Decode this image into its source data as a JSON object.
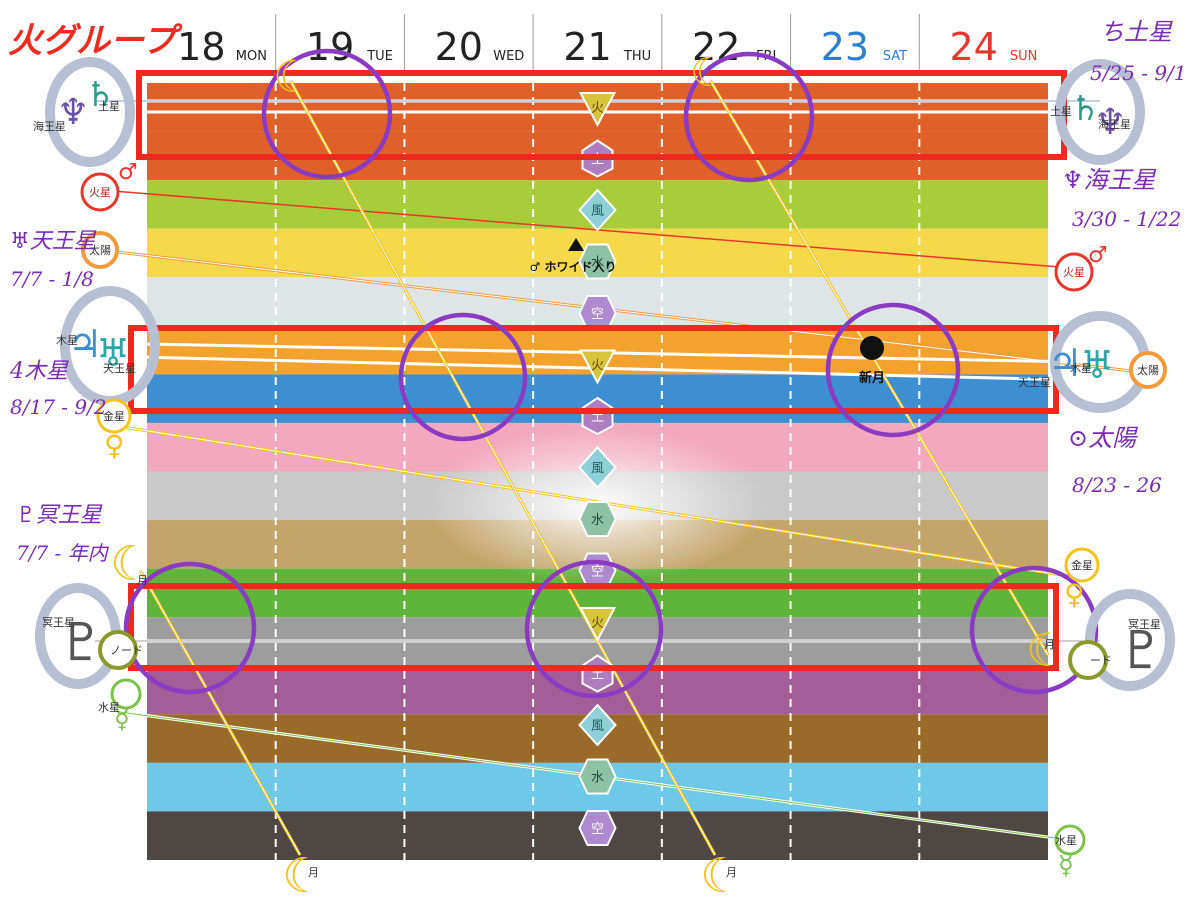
{
  "title": "火グループ",
  "days": [
    {
      "num": "18",
      "dow": "MON",
      "color": "#222222"
    },
    {
      "num": "19",
      "dow": "TUE",
      "color": "#222222"
    },
    {
      "num": "20",
      "dow": "WED",
      "color": "#222222"
    },
    {
      "num": "21",
      "dow": "THU",
      "color": "#222222"
    },
    {
      "num": "22",
      "dow": "FRI",
      "color": "#222222"
    },
    {
      "num": "23",
      "dow": "SAT",
      "color": "#2a7fd0"
    },
    {
      "num": "24",
      "dow": "SUN",
      "color": "#e8362c"
    }
  ],
  "bands": [
    {
      "color": "#e0602a"
    },
    {
      "color": "#e0602a"
    },
    {
      "color": "#a8cc3a"
    },
    {
      "color": "#f6d94a"
    },
    {
      "color": "#dfe4e6"
    },
    {
      "color": "#f3a22e"
    },
    {
      "color": "#3d8fd2"
    },
    {
      "color": "#f2a9bf"
    },
    {
      "color": "#c9c9c9"
    },
    {
      "color": "#c3a46a"
    },
    {
      "color": "#5fb43a"
    },
    {
      "color": "#9d9d9d"
    },
    {
      "color": "#a35e9a"
    },
    {
      "color": "#9a6a2a"
    },
    {
      "color": "#6dc9e7"
    },
    {
      "color": "#4e4743"
    }
  ],
  "elements": [
    {
      "label": "火",
      "type": "fire"
    },
    {
      "label": "土",
      "type": "earth"
    },
    {
      "label": "風",
      "type": "air"
    },
    {
      "label": "水",
      "type": "water"
    },
    {
      "label": "空",
      "type": "void"
    },
    {
      "label": "火",
      "type": "fire"
    },
    {
      "label": "土",
      "type": "earth"
    },
    {
      "label": "風",
      "type": "air"
    },
    {
      "label": "水",
      "type": "water"
    },
    {
      "label": "空",
      "type": "void"
    },
    {
      "label": "火",
      "type": "fire"
    },
    {
      "label": "土",
      "type": "earth"
    },
    {
      "label": "風",
      "type": "air"
    },
    {
      "label": "水",
      "type": "water"
    },
    {
      "label": "空",
      "type": "void"
    }
  ],
  "event_label": "♂ ホワイド入り",
  "new_moon_label": "新月",
  "planets": {
    "saturn": "土星",
    "neptune": "海王星",
    "mars": "火星",
    "sun": "太陽",
    "jupiter": "木星",
    "uranus": "天王星",
    "venus": "金星",
    "moon": "月",
    "pluto": "冥王星",
    "node": "ノード",
    "node_right": "ード",
    "mercury": "水星"
  },
  "notes": {
    "saturn_name": "ち土星",
    "saturn_dates": "5/25 - 9/1",
    "neptune_name": "♆海王星",
    "neptune_dates": "3/30 - 1/22",
    "uranus_name": "♅天王星",
    "uranus_dates": "7/7 - 1/8",
    "jupiter_name": "4木星",
    "jupiter_dates": "8/17 - 9/2",
    "sun_name": "⊙太陽",
    "sun_dates": "8/23 - 26",
    "pluto_name": "♇冥王星",
    "pluto_dates": "7/7 - 年内"
  },
  "colors": {
    "highlight_red": "#ee2a1e",
    "circle_purple": "#8a3bc2",
    "title_red": "#ee2a1e",
    "note_purple": "#7a2bb6",
    "moon_gold": "#f4c21a"
  }
}
